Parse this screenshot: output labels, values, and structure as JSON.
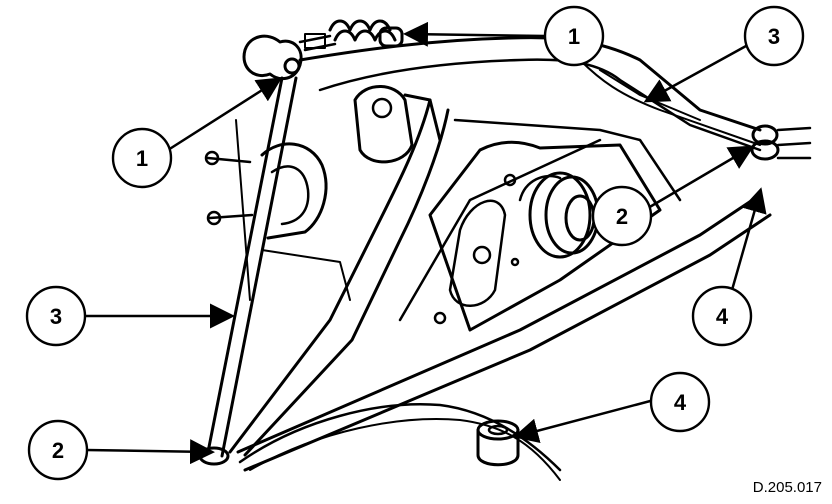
{
  "figure": {
    "reference": "D.205.017",
    "callouts": [
      {
        "id": "c1-top",
        "label": "1"
      },
      {
        "id": "c1-left",
        "label": "1"
      },
      {
        "id": "c3-top",
        "label": "3"
      },
      {
        "id": "c3-left",
        "label": "3"
      },
      {
        "id": "c2-center",
        "label": "2"
      },
      {
        "id": "c2-left",
        "label": "2"
      },
      {
        "id": "c4-right",
        "label": "4"
      },
      {
        "id": "c4-bottom",
        "label": "4"
      }
    ]
  }
}
